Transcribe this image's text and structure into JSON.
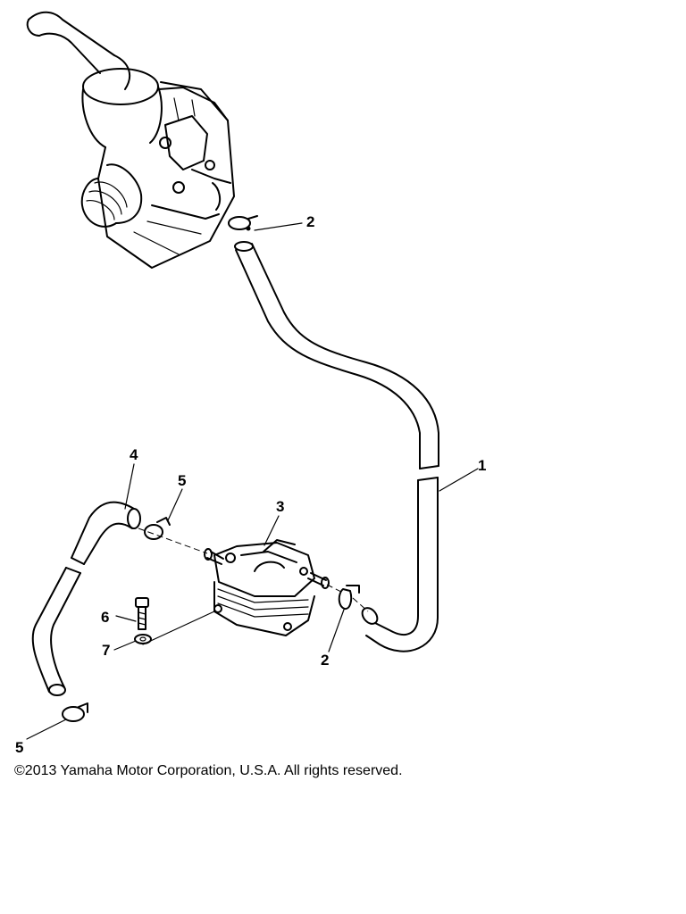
{
  "diagram": {
    "callouts": {
      "hose_main": "1",
      "clip_carb": "2",
      "clip_pump_right": "2",
      "fuel_pump": "3",
      "hose_outlet": "4",
      "clip_pump_left": "5",
      "clip_bottom": "5",
      "bolt": "6",
      "washer": "7"
    }
  },
  "footer": {
    "copyright": "©2013 Yamaha Motor Corporation, U.S.A. All rights reserved."
  },
  "colors": {
    "ink": "#000000",
    "paper": "#ffffff"
  }
}
